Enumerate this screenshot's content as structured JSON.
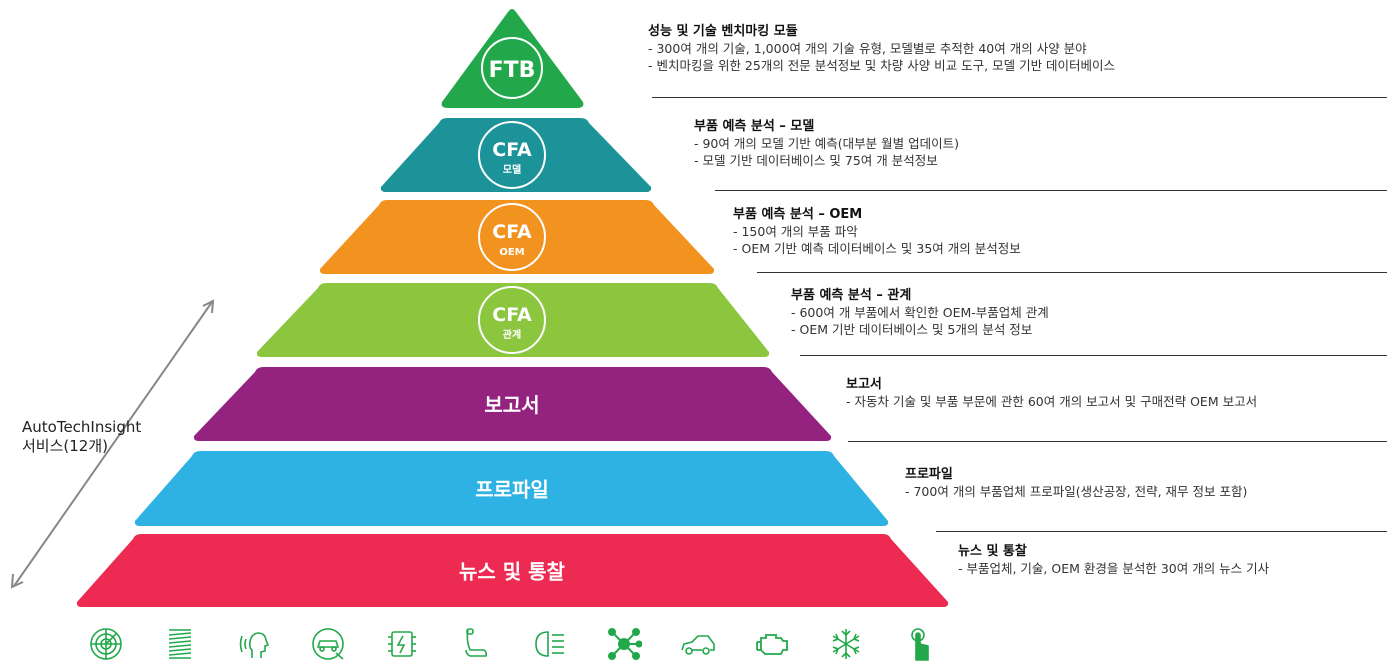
{
  "side_label": {
    "line1": "AutoTechInsight",
    "line2": "서비스(12개)"
  },
  "levels": [
    {
      "name": "FTB",
      "sub": "",
      "color": "#22a84a"
    },
    {
      "name": "CFA",
      "sub": "모델",
      "color": "#1b9399"
    },
    {
      "name": "CFA",
      "sub": "OEM",
      "color": "#f3931f"
    },
    {
      "name": "CFA",
      "sub": "관계",
      "color": "#8cc63f"
    },
    {
      "name": "보고서",
      "sub": "",
      "color": "#93237f"
    },
    {
      "name": "프로파일",
      "sub": "",
      "color": "#2eb2e3"
    },
    {
      "name": "뉴스 및 통찰",
      "sub": "",
      "color": "#ed2a51"
    }
  ],
  "descriptions": [
    {
      "title": "성능 및 기술 벤치마킹 모듈",
      "lines": [
        "- 300여 개의 기술, 1,000여 개의 기술 유형, 모델별로 추적한 40여 개의 사양 분야",
        "- 벤치마킹을 위한 25개의 전문 분석정보 및 차량 사양 비교 도구, 모델 기반 데이터베이스"
      ]
    },
    {
      "title": "부품 예측 분석 – 모델",
      "lines": [
        "- 90여 개의 모델 기반 예측(대부분 월별 업데이트)",
        "- 모델 기반 데이터베이스 및 75여 개 분석정보"
      ]
    },
    {
      "title": "부품 예측 분석 – OEM",
      "lines": [
        "- 150여 개의 부품 파악",
        "- OEM 기반 예측 데이터베이스 및 35여 개의 분석정보"
      ]
    },
    {
      "title": "부품 예측 분석 – 관계",
      "lines": [
        "- 600여 개 부품에서 확인한 OEM-부품업체 관계",
        "- OEM 기반 데이터베이스 및 5개의 분석 정보"
      ]
    },
    {
      "title": "보고서",
      "lines": [
        "- 자동차 기술 및 부품 부문에 관한 60여 개의 보고서 및 구매전략 OEM 보고서"
      ]
    },
    {
      "title": "프로파일",
      "lines": [
        "- 700여 개의 부품업체 프로파일(생산공장, 전략, 재무 정보 포함)"
      ]
    },
    {
      "title": "뉴스 및 통찰",
      "lines": [
        "- 부품업체, 기술, OEM 환경을 분석한 30여 개의 뉴스 기사"
      ]
    }
  ],
  "icons": [
    "radar-icon",
    "coil-spring-icon",
    "voice-control-icon",
    "electric-car-icon",
    "battery-chip-icon",
    "car-seat-icon",
    "headlamp-icon",
    "network-nodes-icon",
    "car-body-icon",
    "engine-icon",
    "snowflake-icon",
    "touch-finger-icon"
  ],
  "icon_color": "#22a84a",
  "line_color": "#333333",
  "arrow_color": "#888888"
}
